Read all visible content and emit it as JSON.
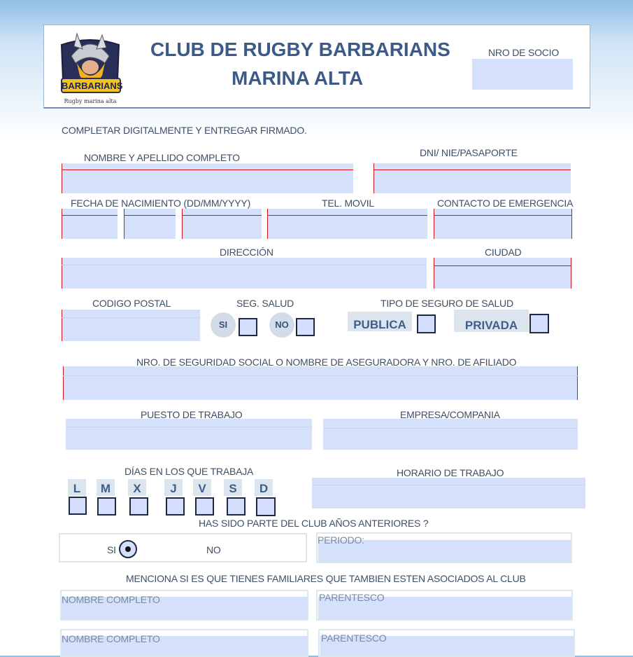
{
  "header": {
    "title_line1": "CLUB DE RUGBY BARBARIANS",
    "title_line2": "MARINA ALTA",
    "socio_label": "NRO DE SOCIO",
    "logo_text": "BARBARIANS",
    "logo_subtext": "Rugby marina alta"
  },
  "instructions": "COMPLETAR DIGITALMENTE Y ENTREGAR FIRMADO.",
  "labels": {
    "nombre": "NOMBRE Y APELLIDO COMPLETO",
    "dni": "DNI/ NIE/PASAPORTE",
    "fecha": "FECHA DE NACIMIENTO  (DD/MM/YYYY)",
    "tel": "TEL. MOVIL",
    "contacto": "CONTACTO DE EMERGENCIA",
    "direccion": "DIRECCIÓN",
    "ciudad": "CIUDAD",
    "cp": "CODIGO POSTAL",
    "seg_salud": "SEG. SALUD",
    "tipo_seguro": "TIPO DE SEGURO  DE SALUD",
    "nss": "NRO. DE SEGURIDAD SOCIAL O NOMBRE DE ASEGURADORA Y NRO. DE AFILIADO",
    "puesto": "PUESTO DE TRABAJO",
    "empresa": "EMPRESA/COMPANIA",
    "dias": "DÍAS EN LOS QUE TRABAJA",
    "horario": "HORARIO DE  TRABAJO",
    "club_anterior": "HAS SIDO PARTE DEL CLUB AÑOS ANTERIORES ?",
    "familiares": "MENCIONA SI ES QUE TIENES FAMILIARES QUE TAMBIEN ESTEN ASOCIADOS AL CLUB"
  },
  "seg_options": {
    "si": "SI",
    "no": "NO"
  },
  "tipo_options": {
    "publica": "PUBLICA",
    "privada": "PRIVADA"
  },
  "days": [
    "L",
    "M",
    "X",
    "J",
    "V",
    "S",
    "D"
  ],
  "club_options": {
    "si": "SI",
    "no": "NO",
    "selected": "SI"
  },
  "periodo_label": "PERIODO:",
  "familiares": {
    "nombre_label": "NOMBRE COMPLETO",
    "parentesco_label": "PARENTESCO"
  }
}
